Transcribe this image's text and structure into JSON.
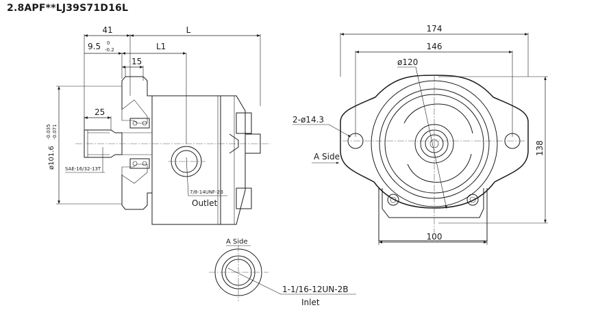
{
  "title": "2.8APF**LJ39S71D16L",
  "side_view": {
    "dim_41": "41",
    "dim_L": "L",
    "dim_9_5": "9.5",
    "tol_upper": "0",
    "tol_lower": "-0.2",
    "dim_L1": "L1",
    "dim_15": "15",
    "dim_25": "25",
    "dia_101_6": "ø101.6",
    "dia_tol_upper": "-0.035",
    "dia_tol_lower": "-0.071",
    "spline_label": "SAE-16/32-13T",
    "outlet_thread": "7/8-14UNF-2B",
    "outlet_label": "Outlet"
  },
  "front_view": {
    "dim_174": "174",
    "dim_146": "146",
    "dia_120": "ø120",
    "holes_label": "2-ø14.3",
    "a_side_arrow_label": "A Side",
    "dim_138": "138",
    "dim_100": "100"
  },
  "detail_view": {
    "title": "A Side",
    "inlet_thread": "1-1/16-12UN-2B",
    "inlet_label": "Inlet"
  }
}
